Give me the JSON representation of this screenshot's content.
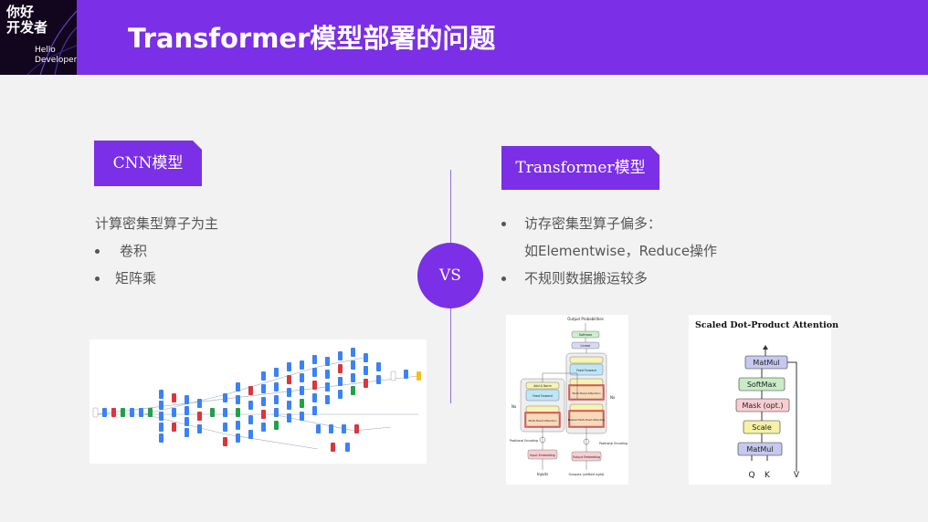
{
  "logo": {
    "cn_line1": "你好",
    "cn_line2": "开发者",
    "en_line1": "Hello",
    "en_line2": "Developer"
  },
  "title": "Transformer模型部署的问题",
  "cnn": {
    "tag": "CNN模型",
    "heading": "计算密集型算子为主",
    "items": [
      "卷积",
      "矩阵乘"
    ]
  },
  "transformer": {
    "tag": "Transformer模型",
    "item1_line1": "访存密集型算子偏多：",
    "item1_line2": "如Elementwise，Reduce操作",
    "item2": "不规则数据搬运较多"
  },
  "vs_label": "VS",
  "attention": {
    "title": "Scaled Dot-Product Attention",
    "blocks": [
      "MatMul",
      "SoftMax",
      "Mask (opt.)",
      "Scale",
      "MatMul"
    ],
    "inputs": [
      "Q",
      "K",
      "V"
    ]
  },
  "transformer_diagram": {
    "output_probabilities": "Output Probabilities",
    "softmax": "Softmax",
    "linear": "Linear",
    "add_norm": "Add & Norm",
    "feed_forward": "Feed Forward",
    "multi_head_attention": "Multi-Head Attention",
    "masked_multi_head_attention": "Masked Multi-Head Attention",
    "nx": "Nx",
    "positional_encoding": "Positional Encoding",
    "input_embedding": "Input Embedding",
    "output_embedding": "Output Embedding",
    "inputs": "Inputs",
    "outputs": "Outputs (shifted right)"
  },
  "colors": {
    "accent": "#7b2fe6",
    "header_dark": "#12061f",
    "text": "#555555",
    "cnn_blue": "#3b82f6",
    "cnn_red": "#d9363e",
    "cnn_green": "#22a04b",
    "cnn_yellow": "#f2c21b"
  }
}
